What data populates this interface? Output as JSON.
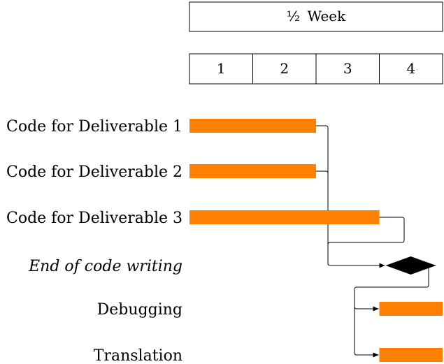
{
  "header": {
    "title_fraction": "½",
    "title_unit": "Week",
    "periods": [
      "1",
      "2",
      "3",
      "4"
    ]
  },
  "colors": {
    "bar": "#FF7F00",
    "milestone": "#000000",
    "line": "#000000"
  },
  "tasks": [
    {
      "label": "Code for Deliverable 1",
      "type": "bar",
      "start": 0,
      "end": 2
    },
    {
      "label": "Code for Deliverable 2",
      "type": "bar",
      "start": 0,
      "end": 2
    },
    {
      "label": "Code for Deliverable 3",
      "type": "bar",
      "start": 0,
      "end": 3
    },
    {
      "label": "End of code writing",
      "type": "milestone",
      "at": 3,
      "italic": true
    },
    {
      "label": "Debugging",
      "type": "bar",
      "start": 3,
      "end": 4
    },
    {
      "label": "Translation",
      "type": "bar",
      "start": 3,
      "end": 4
    }
  ],
  "links": [
    {
      "from": 0,
      "to": 3
    },
    {
      "from": 1,
      "to": 3
    },
    {
      "from": 2,
      "to": 3
    },
    {
      "from": 3,
      "to": 4
    },
    {
      "from": 3,
      "to": 5
    }
  ]
}
